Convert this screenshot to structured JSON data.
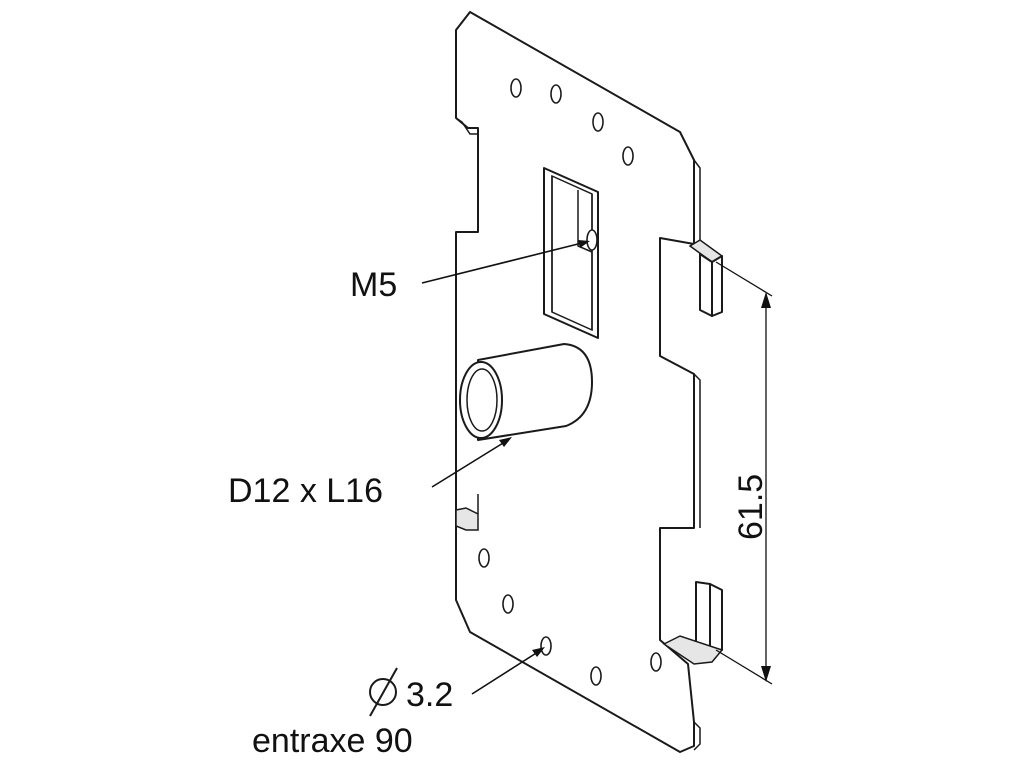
{
  "labels": {
    "m5": "M5",
    "pin": "D12 x L16",
    "dimension": "61.5",
    "hole_diameter": "3.2",
    "hole_spacing": "entraxe 90"
  },
  "symbols": {
    "diameter": "diameter-symbol"
  },
  "colors": {
    "line": "#1a1a1a",
    "fill": "#ffffff",
    "shade": "#e6e6e6"
  }
}
